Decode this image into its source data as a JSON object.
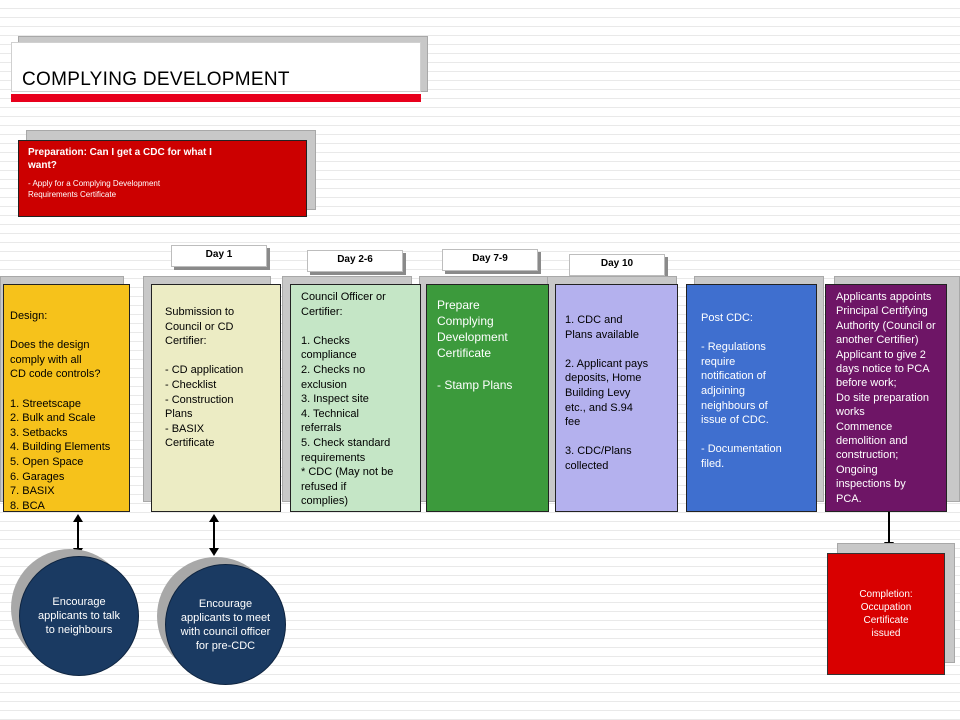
{
  "title": "COMPLYING DEVELOPMENT",
  "preparation": {
    "heading": "Preparation:   Can I get a CDC for what I want?",
    "body": "- Apply for a Complying Development\n  Requirements Certificate",
    "color": "#cc0000"
  },
  "days": [
    "Day 1",
    "Day 2-6",
    "Day 7-9",
    "Day 10"
  ],
  "stages": [
    {
      "text": "Design:\n\nDoes the design\ncomply with all\nCD code controls?\n\n1.  Streetscape\n2. Bulk and Scale\n3. Setbacks\n4. Building Elements\n5. Open Space\n6. Garages\n7. BASIX\n8. BCA",
      "color": "#f6c21b"
    },
    {
      "text": "Submission to\nCouncil or CD\nCertifier:\n\n- CD application\n- Checklist\n- Construction\n   Plans\n- BASIX\n   Certificate",
      "color": "#ececc4"
    },
    {
      "text": "Council Officer or\nCertifier:\n\n1. Checks\ncompliance\n2. Checks no\n   exclusion\n3. Inspect site\n4. Technical\n   referrals\n5. Check standard\n   requirements\n* CDC  (May not be\n   refused if\n   complies)",
      "color": "#c5e6c6"
    },
    {
      "text": "Prepare\nComplying\nDevelopment\nCertificate\n\n- Stamp Plans",
      "color": "#3c9a3c"
    },
    {
      "text": "1. CDC and\n   Plans available\n\n2. Applicant pays\n   deposits, Home\n   Building Levy\n   etc., and S.94\n   fee\n\n3. CDC/Plans\n   collected",
      "color": "#b4b1ee"
    },
    {
      "text": "Post CDC:\n\n- Regulations\n   require\n   notification of\n   adjoining\n   neighbours of\n   issue of CDC.\n\n- Documentation\n   filed.",
      "color": "#3f6fcf"
    },
    {
      "text": "Applicants appoints\nPrincipal Certifying\nAuthority (Council or\nanother Certifier)\nApplicant to give 2\ndays notice to PCA\nbefore work;\n Do site   preparation\n  works\n Commence\n  demolition and\n  construction;\n Ongoing\n  inspections by\n  PCA.",
      "color": "#6e1566"
    }
  ],
  "circles": [
    {
      "text": "Encourage\napplicants to talk\nto neighbours"
    },
    {
      "text": "Encourage\napplicants to meet\nwith council officer\nfor pre-CDC"
    }
  ],
  "completion": {
    "text": "Completion:\nOccupation\nCertificate\nissued",
    "color": "#d90000"
  },
  "circle_color": "#1a3a62"
}
